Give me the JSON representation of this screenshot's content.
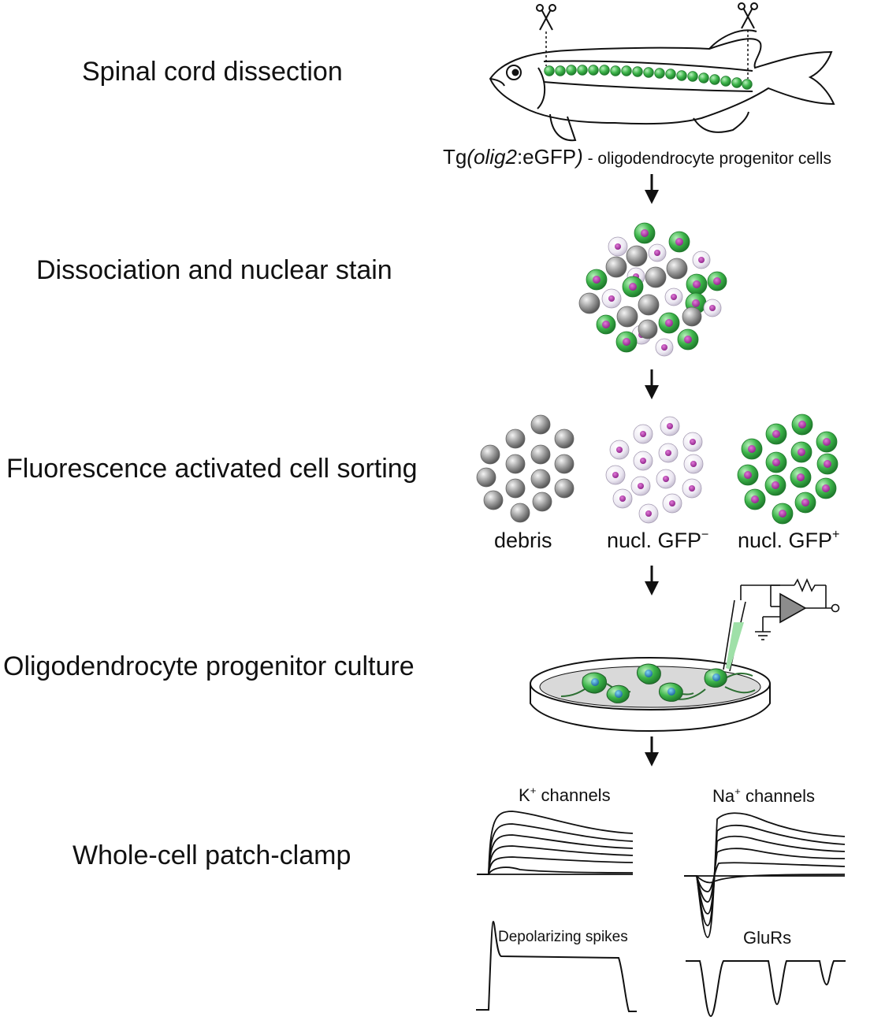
{
  "steps": [
    {
      "label": "Spinal cord dissection"
    },
    {
      "label": "Dissociation and nuclear stain"
    },
    {
      "label": "Fluorescence activated cell sorting"
    },
    {
      "label": "Oligodendrocyte progenitor culture"
    },
    {
      "label": "Whole-cell patch-clamp"
    }
  ],
  "fish_caption": {
    "prefix": "Tg",
    "open_paren": "(",
    "gene": "olig2",
    "reporter": ":eGFP",
    "close_paren": ")",
    "suffix": " - oligodendrocyte progenitor cells"
  },
  "sorting": {
    "debris": "debris",
    "gfp_neg": "nucl. GFP",
    "gfp_neg_sup": "−",
    "gfp_pos": "nucl. GFP",
    "gfp_pos_sup": "+"
  },
  "recordings": {
    "k_channels": "K",
    "k_sup": "+",
    "k_suffix": " channels",
    "na_channels": "Na",
    "na_sup": "+",
    "na_suffix": " channels",
    "spikes": "Depolarizing spikes",
    "glurs": "GluRs"
  },
  "colors": {
    "gfp_green": "#3db54a",
    "nucleus_magenta": "#a0269c",
    "debris_gray": "#8e8e8e",
    "unstained_cell": "#ece8f2",
    "ink": "#111111"
  }
}
